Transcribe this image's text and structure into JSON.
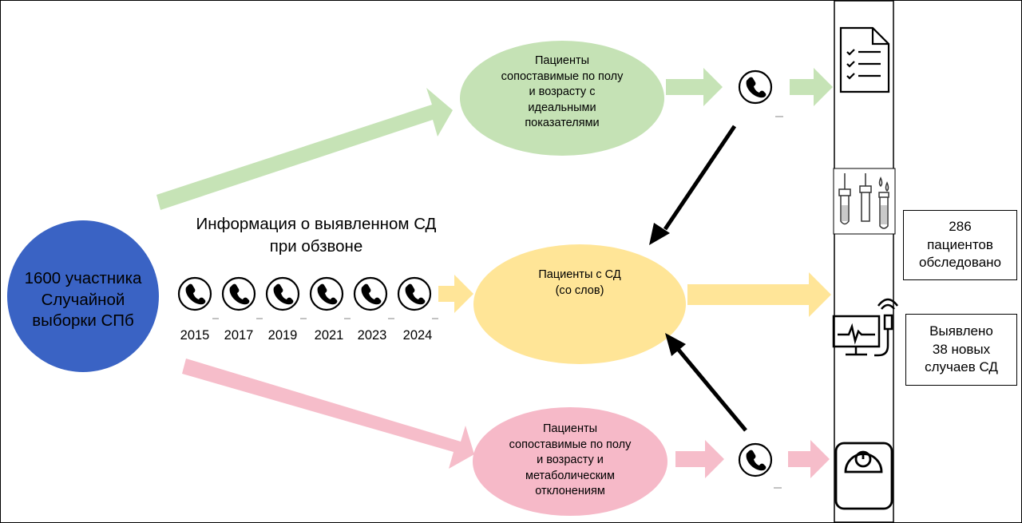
{
  "source": {
    "label_lines": [
      "1600 участника",
      "Случайной",
      "выборки СПб"
    ]
  },
  "info_title_lines": [
    "Информация о выявленном СД",
    "при обзвоне"
  ],
  "years": [
    "2015",
    "2017",
    "2019",
    "2021",
    "2023",
    "2024"
  ],
  "groups": {
    "green": {
      "label_lines": [
        "Пациенты",
        "сопоставимые по полу",
        "и возрасту с",
        "идеальными",
        "показателями"
      ]
    },
    "yellow": {
      "label_lines": [
        "Пациенты с СД",
        "(со слов)"
      ]
    },
    "pink": {
      "label_lines": [
        "Пациенты",
        "сопоставимые по полу",
        "и возрасту и",
        "метаболическим",
        "отклонениям"
      ]
    }
  },
  "result_boxes": {
    "examined": {
      "lines": [
        "286",
        "пациентов",
        "обследовано"
      ]
    },
    "detected": {
      "lines": [
        "Выявлено",
        "38 новых",
        "случаев СД"
      ]
    }
  },
  "colors": {
    "source_circle": "#3a63c4",
    "green_ellipse": "#c5e2b5",
    "green_arrow": "#c6e3b6",
    "yellow_ellipse": "#ffe597",
    "yellow_arrow": "#ffe598",
    "pink_ellipse": "#f6b9c8",
    "pink_arrow": "#f6bdca"
  },
  "icons": [
    "phone-icon",
    "checklist-icon",
    "blood-tubes-icon",
    "ecg-monitor-icon",
    "scale-icon"
  ]
}
